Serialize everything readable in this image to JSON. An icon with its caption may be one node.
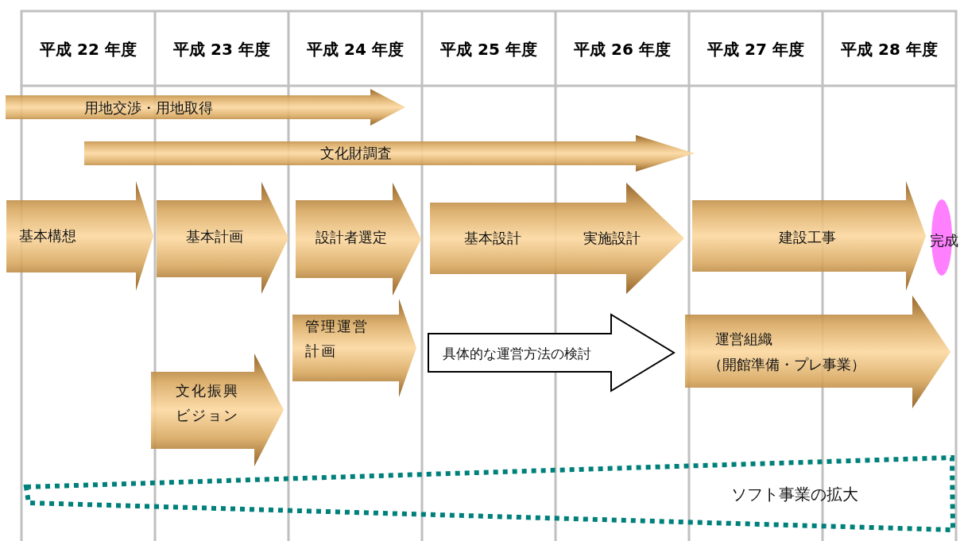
{
  "diagram": {
    "nodes": [
      {
        "text": [
          "用地交渉・用地取得"
        ]
      },
      {
        "text": [
          "文化財調査"
        ]
      },
      {
        "text": [
          "基本構想"
        ]
      },
      {
        "text": [
          "基本計画"
        ]
      },
      {
        "text": [
          "設計者選定"
        ]
      },
      {
        "text": [
          "基本設計",
          "実施設計"
        ]
      },
      {
        "text": [
          "建設工事"
        ]
      },
      {
        "text": [
          "完成"
        ]
      },
      {
        "text": [
          "管理運営計画"
        ]
      },
      {
        "text": [
          "具体的な運営方法の検討"
        ]
      },
      {
        "text": [
          "運営組織",
          "（開館準備・プレ事業）"
        ]
      },
      {
        "text": [
          "文化振興ビジョン"
        ]
      },
      {
        "text": [
          "ソフト事業の拡大"
        ]
      }
    ],
    "labels": [
      "平成 22 年度",
      "平成 23 年度",
      "平成 24 年度",
      "平成 25 年度",
      "平成 26 年度",
      "平成 27 年度",
      "平成 28 年度"
    ]
  }
}
